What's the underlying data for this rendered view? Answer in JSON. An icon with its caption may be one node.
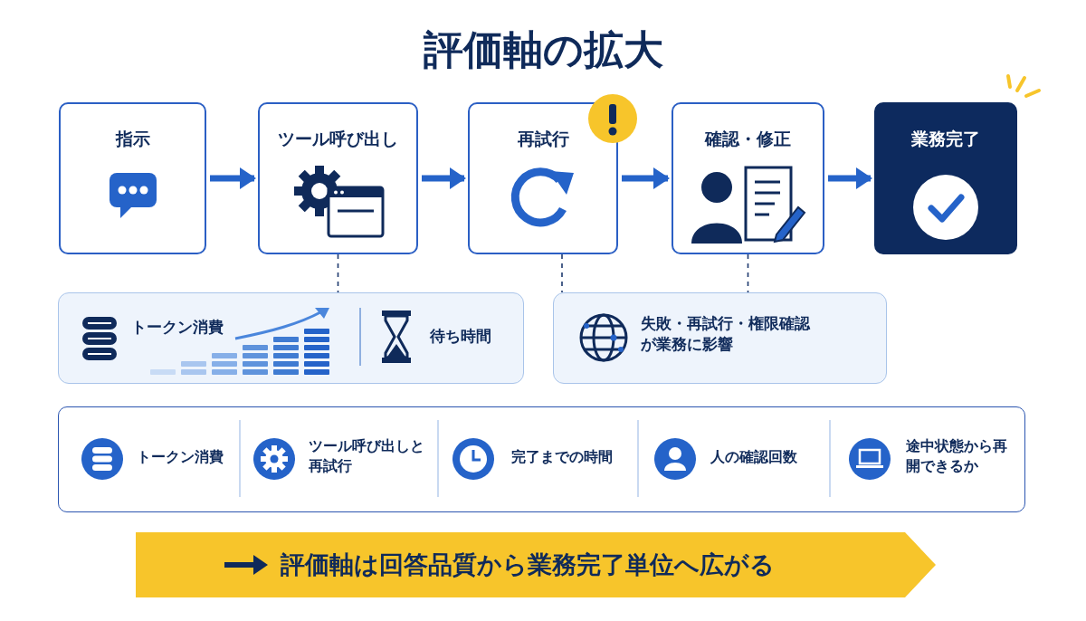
{
  "diagram": {
    "title": "評価軸の拡大",
    "nodes": [
      {
        "text": [
          "指示"
        ]
      },
      {
        "text": [
          "ツール呼び出し"
        ]
      },
      {
        "text": [
          "再試行"
        ]
      },
      {
        "text": [
          "確認・修正"
        ]
      },
      {
        "text": [
          "業務完了"
        ]
      },
      {
        "text": [
          "トークン消費",
          "待ち時間"
        ]
      },
      {
        "text": [
          "失敗・再試行・権限確認が業務に影響"
        ]
      },
      {
        "text": [
          "トークン消費",
          "ツール呼び出しと再試行",
          "完了までの時間",
          "人の確認回数",
          "途中状態から再開できるか"
        ]
      },
      {
        "text": [
          "評価軸は回答品質から業務完了単位へ広がる"
        ]
      }
    ],
    "edges": [
      {
        "from": 0,
        "to": 1,
        "arrow": "to"
      },
      {
        "from": 1,
        "to": 2,
        "arrow": "to"
      },
      {
        "from": 2,
        "to": 3,
        "arrow": "to"
      },
      {
        "from": 3,
        "to": 4,
        "arrow": "to"
      },
      {
        "from": 1,
        "to": 5,
        "arrow": "none",
        "style": "dashed",
        "color": "#1e3a6e"
      },
      {
        "from": 2,
        "to": 6,
        "arrow": "none",
        "style": "dashed",
        "color": "#1e3a6e"
      },
      {
        "from": 3,
        "to": 6,
        "arrow": "none",
        "style": "dashed",
        "color": "#1e3a6e"
      }
    ]
  }
}
